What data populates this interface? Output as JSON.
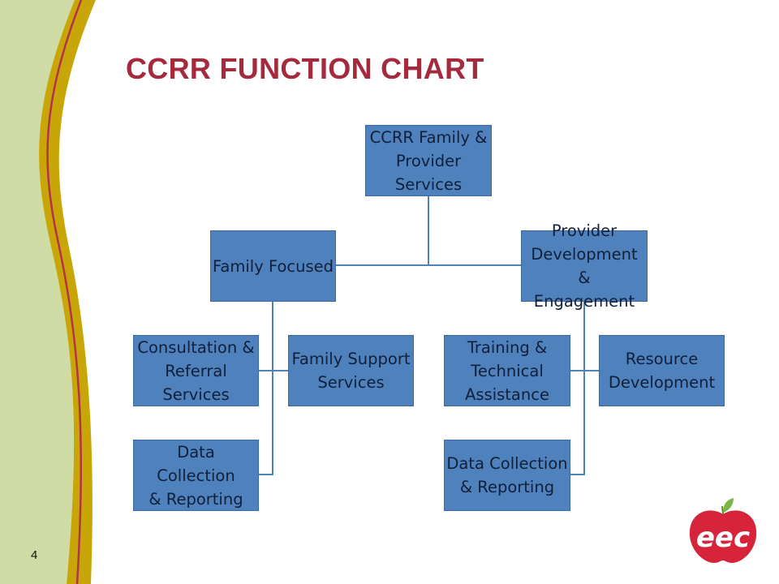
{
  "slide": {
    "title": "CCRR FUNCTION CHART",
    "number": "4"
  },
  "colors": {
    "title": "#a52a3e",
    "box_fill": "#4f81bd",
    "connector": "#4f81bd",
    "band_green": "#cfdca6",
    "band_gold": "#c9a608",
    "band_red": "#b2334a",
    "logo_red": "#d6243a",
    "logo_leaf": "#7ab648"
  },
  "org_chart": {
    "root": "CCRR Family &\nProvider\nServices",
    "family_focused": {
      "label": "Family Focused",
      "children": [
        "Consultation &\nReferral Services",
        "Family Support\nServices",
        "Data Collection\n& Reporting"
      ]
    },
    "provider": {
      "label": "Provider\nDevelopment &\nEngagement",
      "children": [
        "Training &\nTechnical\nAssistance",
        "Resource\nDevelopment",
        "Data Collection\n& Reporting"
      ]
    }
  },
  "logo": {
    "text": "eec",
    "icon": "apple-logo-icon"
  }
}
